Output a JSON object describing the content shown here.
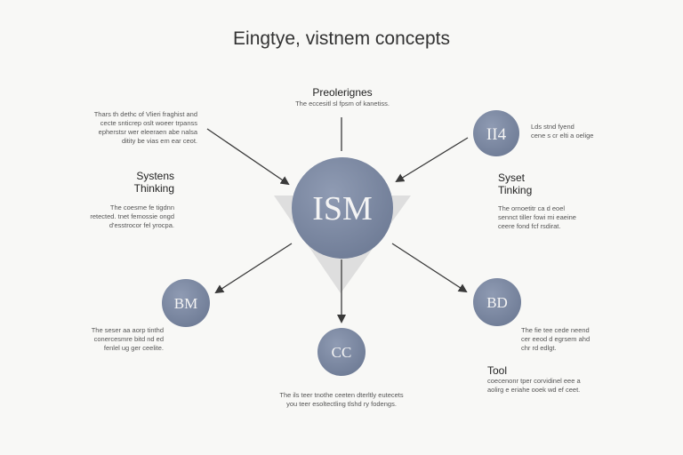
{
  "title": "Eingtye, vistnem concepts",
  "colors": {
    "node_fill": "#7d8aa3",
    "node_fill_center": "#8592aa",
    "arrow": "#3a3a3a",
    "triangle": "#d4d4d4"
  },
  "center_node": {
    "label": "ISM"
  },
  "nodes": {
    "top_right": {
      "label": "II4"
    },
    "left": {
      "label": "BM"
    },
    "right": {
      "label": "BD"
    },
    "bottom": {
      "label": "CC"
    }
  },
  "blocks": {
    "top": {
      "heading": "Preolerignes",
      "text": "The eccesitl sl fpsm of kanetiss."
    },
    "top_left": {
      "text": [
        "Thars th dethc of Vlieri fraghist and",
        "cecte snticrep oslt woeer trpanss",
        "epherstsr wer eleeraen abe nalsa",
        "ditity be vias em ear ceot."
      ]
    },
    "mid_left": {
      "heading": [
        "Systens",
        "Thinking"
      ],
      "text": [
        "The coesme fe tigdnn",
        "retected. tnet femossie ongd",
        "d'esstrocor fel yrocpa."
      ]
    },
    "top_right": {
      "text": [
        "Lds stnd fyend",
        "cene s cr elti a oelige"
      ]
    },
    "mid_right": {
      "heading": [
        "Syset",
        "Tinking"
      ],
      "text": [
        "The ornoetitr ca d eoel",
        "sennct tiller fowi mi eaeine",
        "ceere fond fcf rsdirat."
      ]
    },
    "bottom_left": {
      "text": [
        "The seser aa aorp tinthd",
        "conercesmre bitd nd ed",
        "fenlel ug ger ceelite."
      ]
    },
    "bottom_center": {
      "text": [
        "The ils teer tnothe ceeten dterltly eutecets",
        "you teer esoltectling tlshd ry fodengs."
      ]
    },
    "bottom_right_a": {
      "text": [
        "The fie tee cede neend",
        "cer eeod d egrsem ahd",
        "chr rd edlgt."
      ]
    },
    "bottom_right_b": {
      "heading": "Tool",
      "text": [
        "coecenonr tper corvidinel eee a",
        "aolirg e eriahe ooek wd ef ceet."
      ]
    }
  }
}
